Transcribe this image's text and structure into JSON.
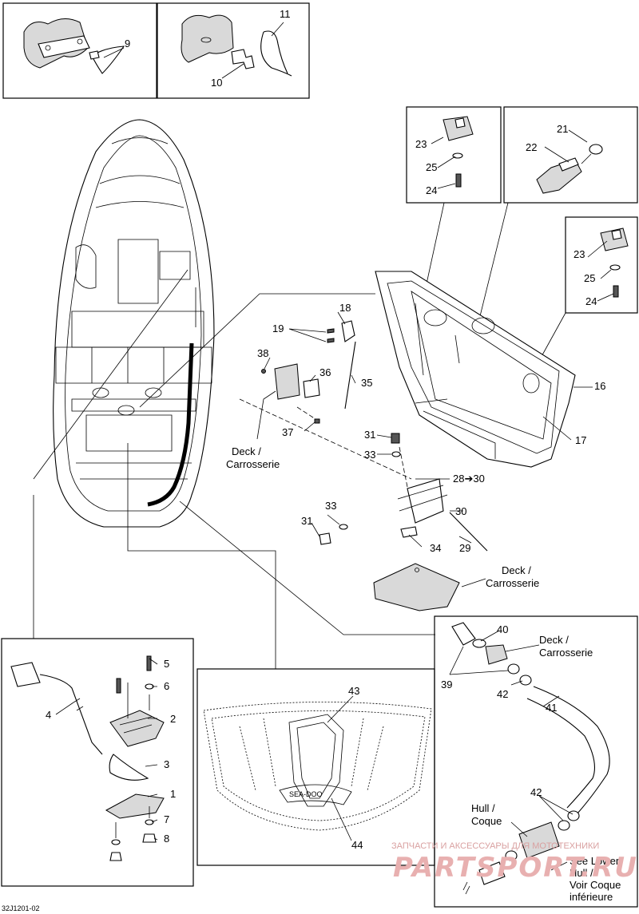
{
  "diagram_code": "32J1201-02",
  "labels": {
    "l1": "1",
    "l2": "2",
    "l3": "3",
    "l4": "4",
    "l5": "5",
    "l6": "6",
    "l7": "7",
    "l8": "8",
    "l9": "9",
    "l10": "10",
    "l11": "11",
    "l16": "16",
    "l17": "17",
    "l18": "18",
    "l19": "19",
    "l21": "21",
    "l22": "22",
    "l23a": "23",
    "l23b": "23",
    "l24a": "24",
    "l24b": "24",
    "l25a": "25",
    "l25b": "25",
    "l28": "28➔30",
    "l29": "29",
    "l30": "30",
    "l31a": "31",
    "l31b": "31",
    "l33a": "33",
    "l33b": "33",
    "l34": "34",
    "l35": "35",
    "l36": "36",
    "l37": "37",
    "l38": "38",
    "l39": "39",
    "l40": "40",
    "l41": "41",
    "l42a": "42",
    "l42b": "42",
    "l43": "43",
    "l44": "44"
  },
  "callouts": {
    "deck_a_1": "Deck /",
    "deck_a_2": "Carrosserie",
    "deck_b_1": "Deck /",
    "deck_b_2": "Carrosserie",
    "deck_c_1": "Deck /",
    "deck_c_2": "Carrosserie",
    "hull_1": "Hull /",
    "hull_2": "Coque",
    "see_lower_1": "See Lower",
    "see_lower_2": "Hull /",
    "see_lower_3": "Voir Coque",
    "see_lower_4": "inférieure"
  },
  "brand_text": "SEA-DOO",
  "watermark": {
    "line1": "ЗАПЧАСТИ И АКСЕССУАРЫ ДЛЯ МОТОТЕХНИКИ",
    "line2": "PARTSPORT.RU"
  }
}
